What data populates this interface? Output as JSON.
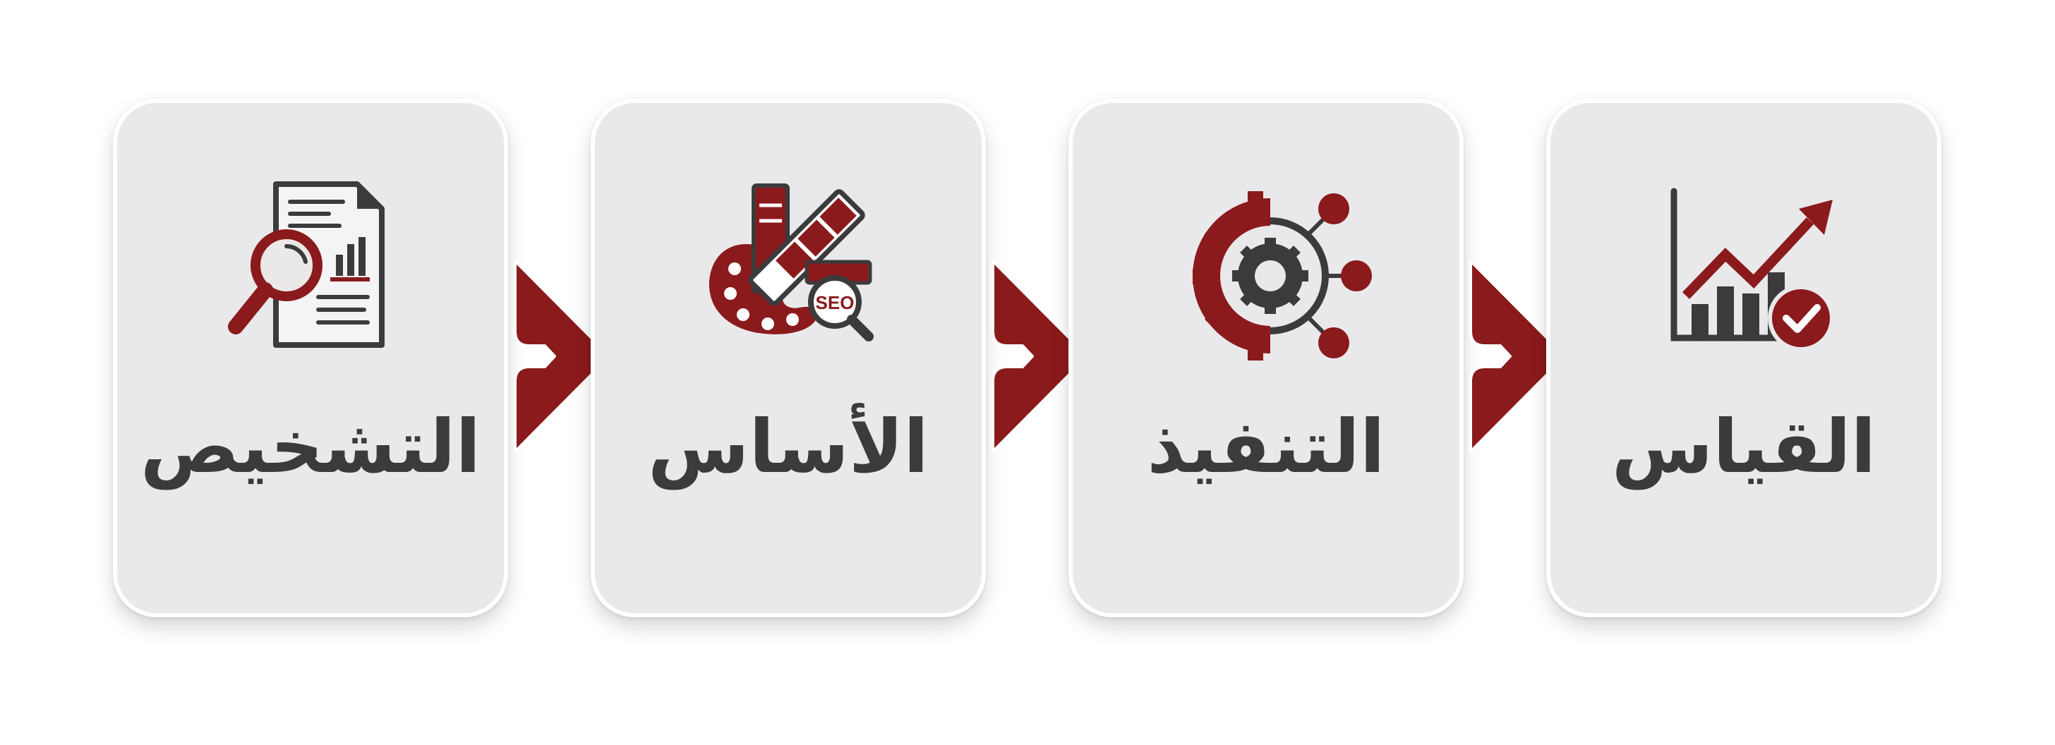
{
  "steps": [
    {
      "label": "التشخيص",
      "icon": "document-magnifier-chart-icon"
    },
    {
      "label": "الأساس",
      "icon": "palette-ruler-seo-icon"
    },
    {
      "label": "التنفيذ",
      "icon": "gear-network-icon"
    },
    {
      "label": "القياس",
      "icon": "growth-chart-check-icon"
    }
  ],
  "connector_icon": "chevron-right-arrow-icon",
  "colors": {
    "accent": "#8b1a1c",
    "icon_dark": "#3b3b3d",
    "card_bg": "#e9e9eb",
    "background": "#ffffff"
  },
  "icon_texts": {
    "seo_badge": "SEO"
  }
}
